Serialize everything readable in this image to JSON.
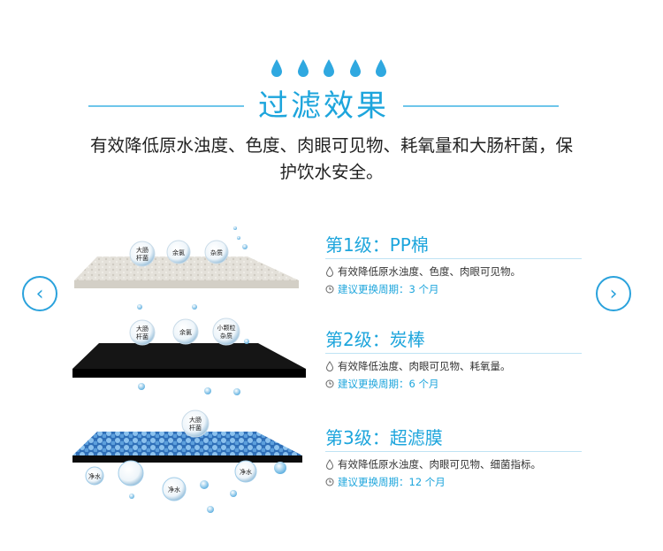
{
  "header": {
    "title": "过滤效果",
    "subtitle_line1": "有效降低原水浊度、色度、肉眼可见物、耗氧量和大肠杆菌，保",
    "subtitle_line2": "护饮水安全。",
    "drop_count": 5
  },
  "nav": {
    "prev_label": "‹",
    "next_label": "›"
  },
  "illustration": {
    "layer1_bubbles": [
      {
        "line1": "大肠",
        "line2": "杆菌"
      },
      {
        "line1": "余氯",
        "line2": ""
      },
      {
        "line1": "杂质",
        "line2": ""
      }
    ],
    "layer2_bubbles": [
      {
        "line1": "大肠",
        "line2": "杆菌"
      },
      {
        "line1": "余氯",
        "line2": ""
      },
      {
        "line1": "小颗粒",
        "line2": "杂质"
      }
    ],
    "layer3_bubble": {
      "line1": "大肠",
      "line2": "杆菌"
    },
    "clean_water_labels": [
      "净水",
      "净水",
      "净水"
    ]
  },
  "levels": [
    {
      "title": "第1级：PP棉",
      "desc": "有效降低原水浊度、色度、肉眼可见物。",
      "period": "建议更换周期：3 个月"
    },
    {
      "title": "第2级：炭棒",
      "desc": "有效降低浊度、肉眼可见物、耗氧量。",
      "period": "建议更换周期：6 个月"
    },
    {
      "title": "第3级：超滤膜",
      "desc": "有效降低原水浊度、肉眼可见物、细菌指标。",
      "period": "建议更换周期：12 个月"
    }
  ],
  "colors": {
    "accent": "#1da5dc",
    "layer_pp": "#e7e4dd",
    "layer_carbon": "#111111",
    "layer_membrane": "#3a7fc6"
  }
}
